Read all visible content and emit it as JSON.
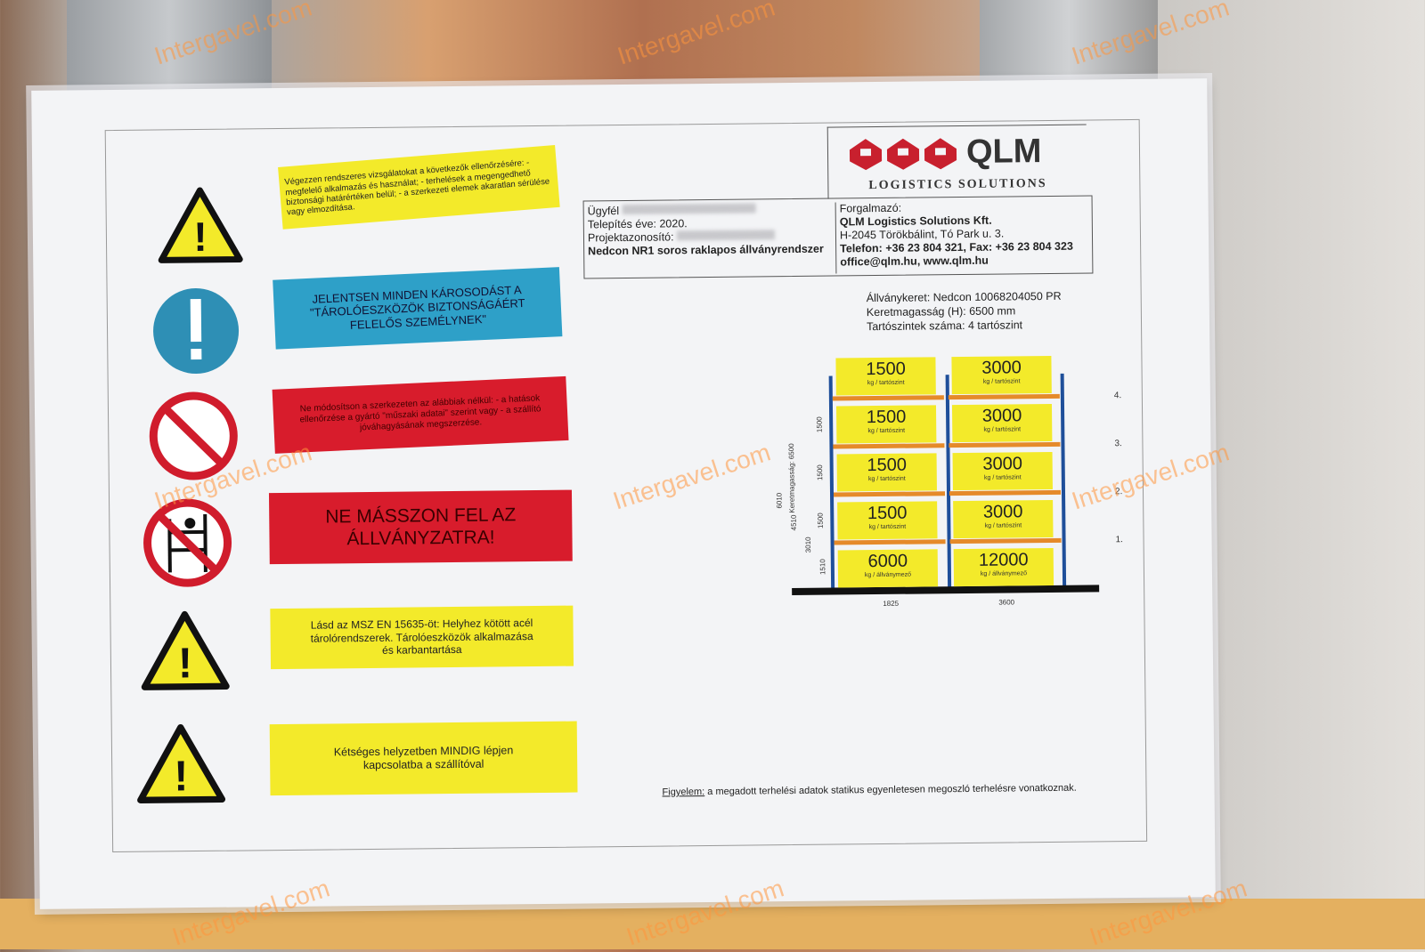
{
  "watermark": "Intergavel.com",
  "warnings": [
    {
      "text": "Végezzen rendszeres vizsgálatokat a következők ellenőrzésére: - megfelelő alkalmazás és használat; - terhelések a megengedhető biztonsági határértéken belül; - a szerkezeti elemek akaratlan sérülése vagy elmozdítása."
    },
    {
      "text": "JELENTSEN MINDEN KÁROSODÁST A \"TÁROLÓESZKÖZÖK BIZTONSÁGÁÉRT FELELŐS SZEMÉLYNEK\""
    },
    {
      "text": "Ne módosítson a szerkezeten az alábbiak nélkül: - a hatások ellenőrzése a gyártó \"műszaki adatai\" szerint vagy - a szállító jóváhagyásának megszerzése."
    },
    {
      "text": "NE MÁSSZON FEL AZ ÁLLVÁNYZATRA!"
    },
    {
      "text": "Lásd az MSZ EN 15635-öt: Helyhez kötött acél tárolórendszerek. Tárolóeszközök alkalmazása és karbantartása"
    },
    {
      "text": "Kétséges helyzetben MINDIG lépjen kapcsolatba a szállítóval"
    }
  ],
  "logo": {
    "name": "QLM",
    "tagline": "LOGISTICS SOLUTIONS"
  },
  "project": {
    "client_label": "Ügyfél",
    "install_year": "Telepítés éve: 2020.",
    "project_id_label": "Projektazonosító:",
    "system": "Nedcon NR1 soros raklapos állványrendszer"
  },
  "distributor": {
    "label": "Forgalmazó:",
    "company": "QLM Logistics Solutions Kft.",
    "address": "H-2045 Törökbálint, Tó Park u. 3.",
    "phone": "Telefon: +36 23 804 321, Fax: +36 23 804 323",
    "web": "office@qlm.hu, www.qlm.hu"
  },
  "specs": [
    "Állványkeret: Nedcon 10068204050 PR",
    "Keretmagasság (H): 6500 mm",
    "Tartószintek száma: 4 tartószint"
  ],
  "rack": {
    "columns": [
      {
        "width": "1825",
        "levels": [
          "1500",
          "1500",
          "1500",
          "1500"
        ],
        "base": "6000"
      },
      {
        "width": "3600",
        "levels": [
          "3000",
          "3000",
          "3000",
          "3000"
        ],
        "base": "12000"
      }
    ],
    "level_unit": "kg / tartószint",
    "base_unit": "kg / állványmező",
    "level_labels": [
      "4.",
      "3.",
      "2.",
      "1."
    ],
    "heights": [
      "Keretmagasság: 6500",
      "6010",
      "4510",
      "3010",
      "1510"
    ],
    "spacings": [
      "1500",
      "1500",
      "1500"
    ]
  },
  "note": {
    "label": "Figyelem:",
    "text": " a megadott terhelési adatok statikus egyenletesen megoszló terhelésre vonatkoznak."
  }
}
